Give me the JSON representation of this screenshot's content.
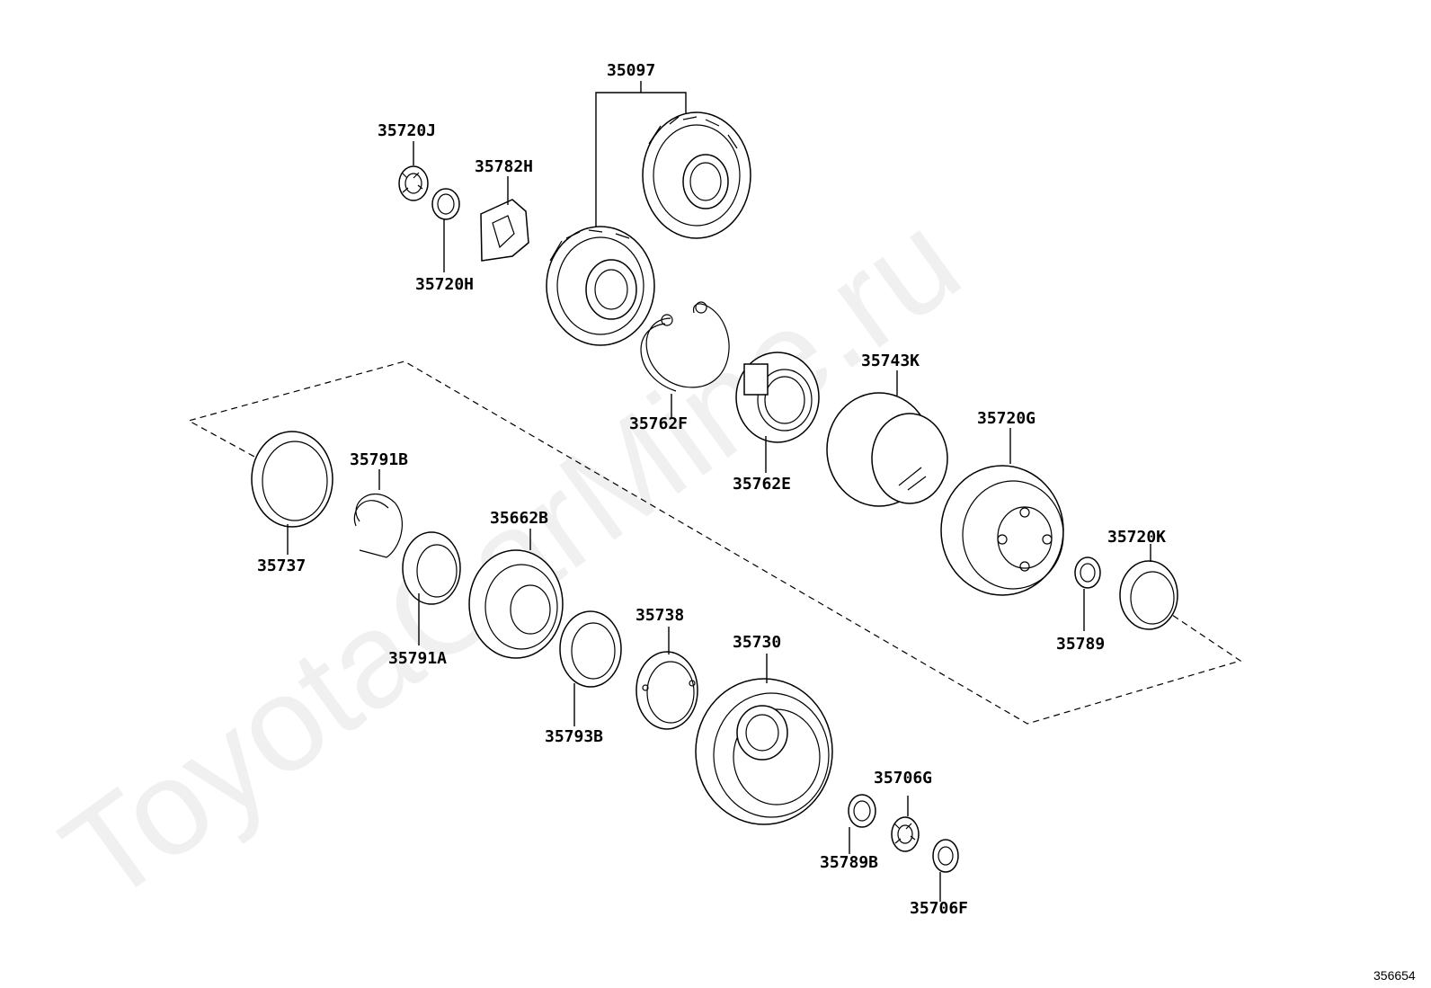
{
  "watermark": "ToyotaCarMine.ru",
  "figure_id": "356654",
  "parts": {
    "p35097": "35097",
    "p35720J": "35720J",
    "p35782H": "35782H",
    "p35720H": "35720H",
    "p35762F": "35762F",
    "p35743K": "35743K",
    "p35762E": "35762E",
    "p35720G": "35720G",
    "p35791B": "35791B",
    "p35737": "35737",
    "p35662B": "35662B",
    "p35720K": "35720K",
    "p35738": "35738",
    "p35730": "35730",
    "p35791A": "35791A",
    "p35789": "35789",
    "p35793B": "35793B",
    "p35706G": "35706G",
    "p35789B": "35789B",
    "p35706F": "35706F"
  }
}
